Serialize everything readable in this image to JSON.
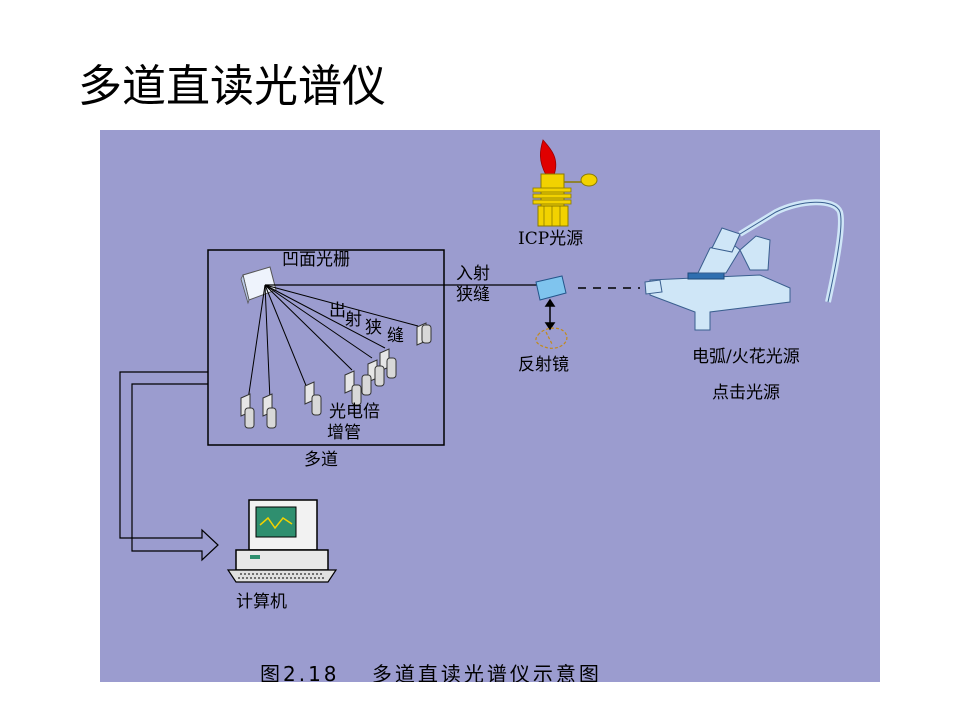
{
  "page": {
    "title": "多道直读光谱仪"
  },
  "diagram": {
    "labels": {
      "grating": "凹面光栅",
      "entrance_slit_1": "入射",
      "entrance_slit_2": "狭缝",
      "exit_slit_chu": "出",
      "exit_slit_she": "射",
      "exit_slit_xia": "狭",
      "exit_slit_feng": "缝",
      "pmt_1": "光电倍",
      "pmt_2": "增管",
      "multichannel": "多道",
      "icp_source": "ICP光源",
      "mirror": "反射镜",
      "arc_spark_source": "电弧/火花光源",
      "spark_stand": "点击光源",
      "computer": "计算机"
    },
    "caption": "图2.18　 多道直读光谱仪示意图"
  },
  "colors": {
    "panel_bg": "#9b9ccf",
    "line": "#000000",
    "arc_stand": "#cfe6f7",
    "icp_torch": "#f2d200",
    "icp_flame": "#e00000",
    "grating": "#dfe8f8",
    "mirror": "#7fc4ee",
    "monitor_screen": "#2f8f6f"
  }
}
